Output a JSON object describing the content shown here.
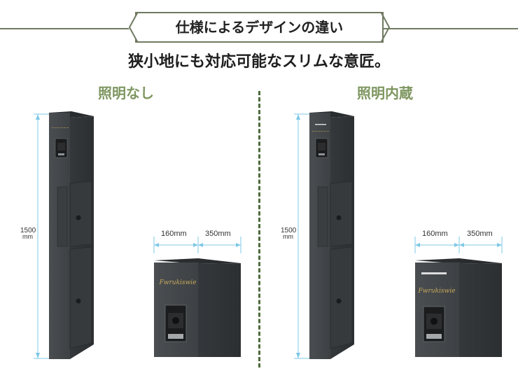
{
  "header": {
    "title": "仕様によるデザインの違い",
    "subtitle": "狭小地にも対応可能なスリムな意匠。"
  },
  "sections": [
    {
      "heading": "照明なし",
      "height_value": "1500",
      "height_unit": "mm",
      "width_front": "160mm",
      "width_depth": "350mm"
    },
    {
      "heading": "照明内蔵",
      "height_value": "1500",
      "height_unit": "mm",
      "width_front": "160mm",
      "width_depth": "350mm"
    }
  ],
  "colors": {
    "accent_green": "#7e9660",
    "line_olive": "#6f7a62",
    "divider_green": "#4d6b3a",
    "product_dark": "#3f4346",
    "dimension_blue": "#7ec8e6"
  },
  "icons": [
    "dimension-arrow-icon",
    "intercom-camera-icon",
    "door-handle-icon",
    "brand-logo-icon"
  ]
}
